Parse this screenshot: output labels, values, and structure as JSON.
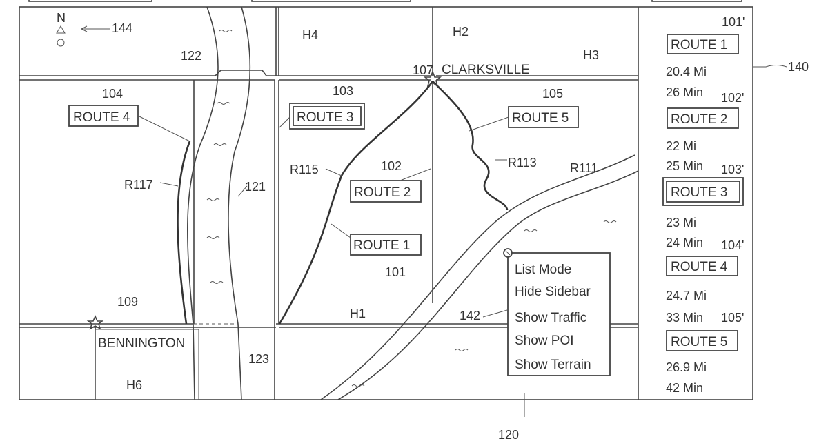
{
  "map": {
    "compass": {
      "north": "N",
      "ref": "144"
    },
    "cities": [
      {
        "name": "CLARKSVILLE",
        "ref": "107"
      },
      {
        "name": "BENNINGTON",
        "ref": "109"
      }
    ],
    "roads": {
      "h1": "H1",
      "h2": "H2",
      "h3": "H3",
      "h4": "H4",
      "h6": "H6",
      "r111": "R111",
      "r113": "R113",
      "r115": "R115",
      "r117": "R117"
    },
    "river": {
      "ref": "121",
      "bridge_top": "122",
      "bridge_bottom": "123"
    },
    "route_labels": [
      {
        "label": "ROUTE 1",
        "ref": "101"
      },
      {
        "label": "ROUTE 2",
        "ref": "102"
      },
      {
        "label": "ROUTE 3",
        "ref": "103"
      },
      {
        "label": "ROUTE 4",
        "ref": "104"
      },
      {
        "label": "ROUTE 5",
        "ref": "105"
      }
    ],
    "ref": "120"
  },
  "menu": {
    "ref": "142",
    "items": [
      "List Mode",
      "Hide Sidebar",
      "Show Traffic",
      "Show POI",
      "Show Terrain"
    ]
  },
  "sidebar": {
    "ref": "140",
    "routes": [
      {
        "label": "ROUTE 1",
        "ref": "101'",
        "distance": "20.4 Mi",
        "time": "26 Min"
      },
      {
        "label": "ROUTE 2",
        "ref": "102'",
        "distance": "22 Mi",
        "time": "25 Min"
      },
      {
        "label": "ROUTE 3",
        "ref": "103'",
        "distance": "23 Mi",
        "time": "24 Min"
      },
      {
        "label": "ROUTE 4",
        "ref": "104'",
        "distance": "24.7 Mi",
        "time": "33 Min"
      },
      {
        "label": "ROUTE 5",
        "ref": "105'",
        "distance": "26.9 Mi",
        "time": "42 Min"
      }
    ]
  }
}
